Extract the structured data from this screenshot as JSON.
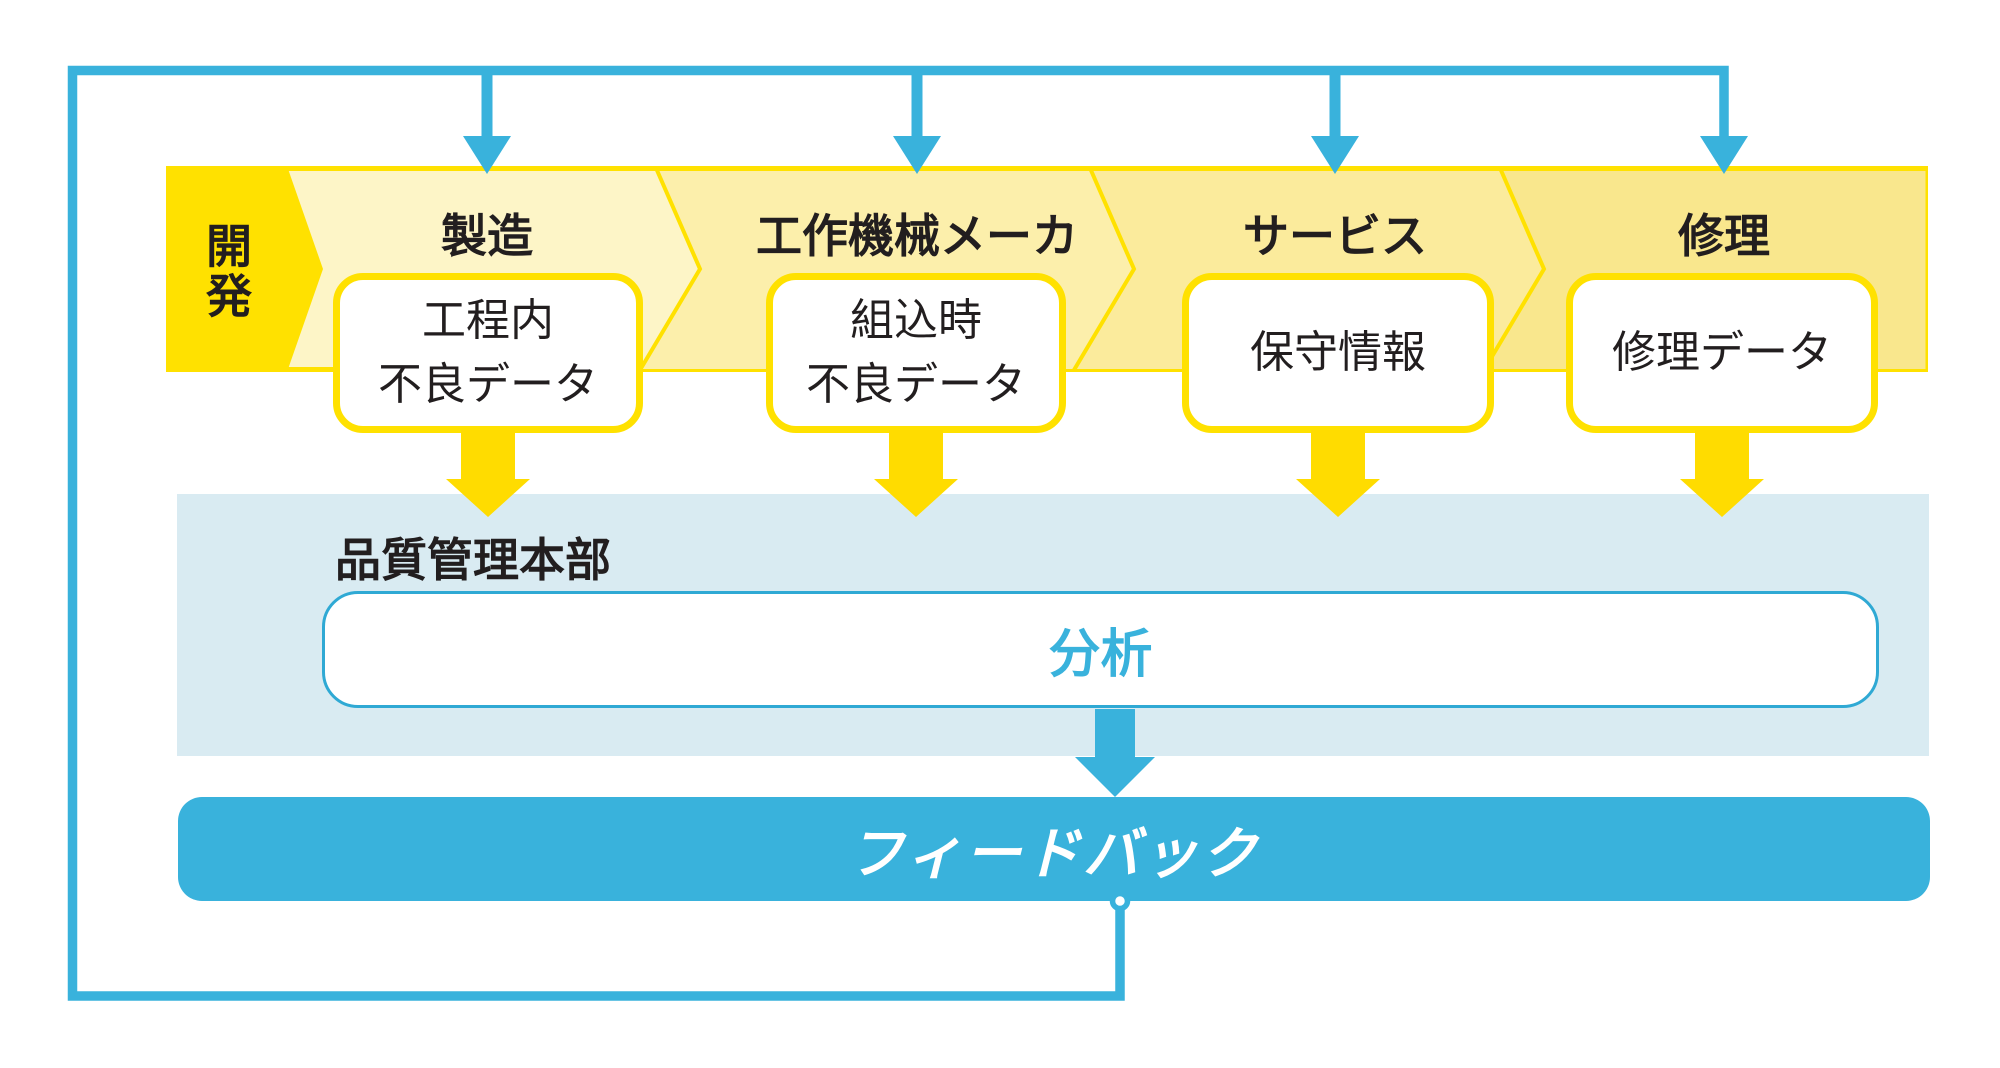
{
  "flow": {
    "stages": [
      {
        "id": "development",
        "label": "開発",
        "data_box": null
      },
      {
        "id": "manufacturing",
        "label": "製造",
        "data_box": "工程内\n不良データ"
      },
      {
        "id": "machine-tool-maker",
        "label": "工作機械メーカ",
        "data_box": "組込時\n不良データ"
      },
      {
        "id": "service",
        "label": "サービス",
        "data_box": "保守情報"
      },
      {
        "id": "repair",
        "label": "修理",
        "data_box": "修理データ"
      }
    ],
    "quality_control": {
      "label": "品質管理本部",
      "process_box": "分析"
    },
    "feedback_bar": {
      "label": "フィードバック"
    },
    "icons": [
      "down-arrow-icon",
      "chevron-separator-icon",
      "connector-dot-icon"
    ],
    "colors": {
      "accent_blue": "#39b2dc",
      "band_yellow": "#ffe100",
      "arrow_yellow": "#ffdc00",
      "panel_light_blue": "#d9ebf2",
      "section_fill_1": "#fdf5c7",
      "section_fill_2": "#fcefab",
      "section_fill_3": "#fbeb9c",
      "section_fill_4": "#f9e78d",
      "ink": "#221e1f"
    }
  }
}
